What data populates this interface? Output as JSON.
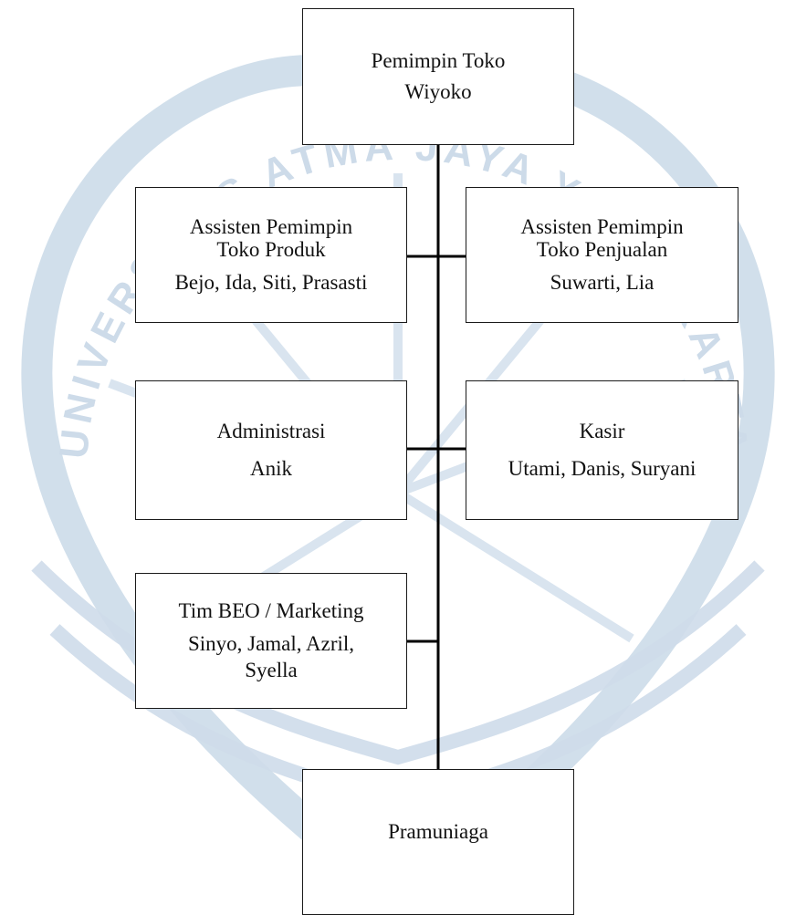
{
  "colors": {
    "background": "#ffffff",
    "box_border": "#1a1a1a",
    "connector": "#000000",
    "watermark": "#c9d9e8",
    "text": "#111111"
  },
  "watermark": {
    "text": "UNIVERSITAS ATMA JAYA YOGYAKARTA"
  },
  "org_chart": {
    "root": {
      "title": "Pemimpin Toko",
      "people": "Wiyoko"
    },
    "asisten_produk": {
      "title_line1": "Assisten Pemimpin",
      "title_line2": "Toko Produk",
      "people": "Bejo, Ida, Siti,  Prasasti"
    },
    "asisten_penjualan": {
      "title_line1": "Assisten Pemimpin",
      "title_line2": "Toko Penjualan",
      "people": "Suwarti, Lia"
    },
    "administrasi": {
      "title": "Administrasi",
      "people": "Anik"
    },
    "kasir": {
      "title": "Kasir",
      "people": "Utami, Danis, Suryani"
    },
    "tim_beo": {
      "title": "Tim BEO / Marketing",
      "people_line1": "Sinyo,  Jamal, Azril,",
      "people_line2": "Syella"
    },
    "pramuniaga": {
      "title": "Pramuniaga"
    }
  }
}
